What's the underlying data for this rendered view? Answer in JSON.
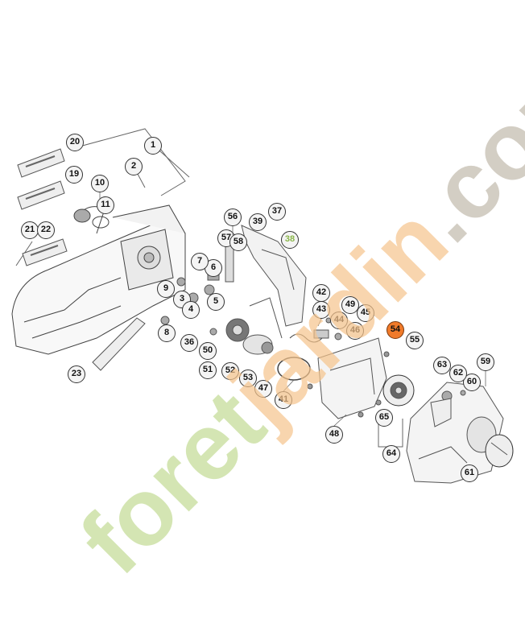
{
  "diagram": {
    "highlight_color": "#f07a2a",
    "callouts": [
      "1",
      "2",
      "3",
      "4",
      "5",
      "6",
      "7",
      "8",
      "9",
      "10",
      "11",
      "19",
      "20",
      "21",
      "22",
      "23",
      "36",
      "37",
      "38",
      "39",
      "41",
      "42",
      "43",
      "44",
      "45",
      "46",
      "47",
      "48",
      "49",
      "50",
      "51",
      "52",
      "53",
      "54",
      "55",
      "56",
      "57",
      "58",
      "59",
      "60",
      "61",
      "62",
      "63",
      "64",
      "65"
    ],
    "highlighted_callout": "54"
  },
  "watermark": {
    "text_part1": "foret",
    "text_part2": "jardin",
    "text_part3": ".com",
    "color_green": "#c6dd9a",
    "color_orange": "#f6c48c",
    "color_grey": "#c9c2b6"
  }
}
